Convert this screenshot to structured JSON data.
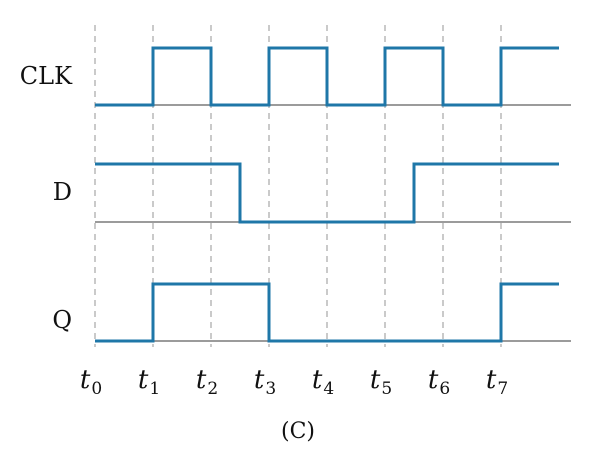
{
  "caption": "(C)",
  "time_ticks": [
    {
      "main": "t",
      "sub": "0"
    },
    {
      "main": "t",
      "sub": "1"
    },
    {
      "main": "t",
      "sub": "2"
    },
    {
      "main": "t",
      "sub": "3"
    },
    {
      "main": "t",
      "sub": "4"
    },
    {
      "main": "t",
      "sub": "5"
    },
    {
      "main": "t",
      "sub": "6"
    },
    {
      "main": "t",
      "sub": "7"
    }
  ],
  "signals": [
    {
      "name": "CLK",
      "edges": [
        [
          0,
          0
        ],
        [
          1,
          1
        ],
        [
          2,
          0
        ],
        [
          3,
          1
        ],
        [
          4,
          0
        ],
        [
          5,
          1
        ],
        [
          6,
          0
        ],
        [
          7,
          1
        ],
        [
          8,
          1
        ]
      ]
    },
    {
      "name": "D",
      "edges": [
        [
          0,
          1
        ],
        [
          2.5,
          0
        ],
        [
          5.5,
          1
        ],
        [
          8,
          1
        ]
      ]
    },
    {
      "name": "Q",
      "edges": [
        [
          0,
          0
        ],
        [
          1,
          1
        ],
        [
          3,
          0
        ],
        [
          7,
          1
        ],
        [
          8,
          1
        ]
      ]
    }
  ],
  "colors": {
    "waveform": "#1f77a8",
    "baseline": "#7a7a7a",
    "gridline": "#bdbdbd",
    "text": "#111111"
  }
}
